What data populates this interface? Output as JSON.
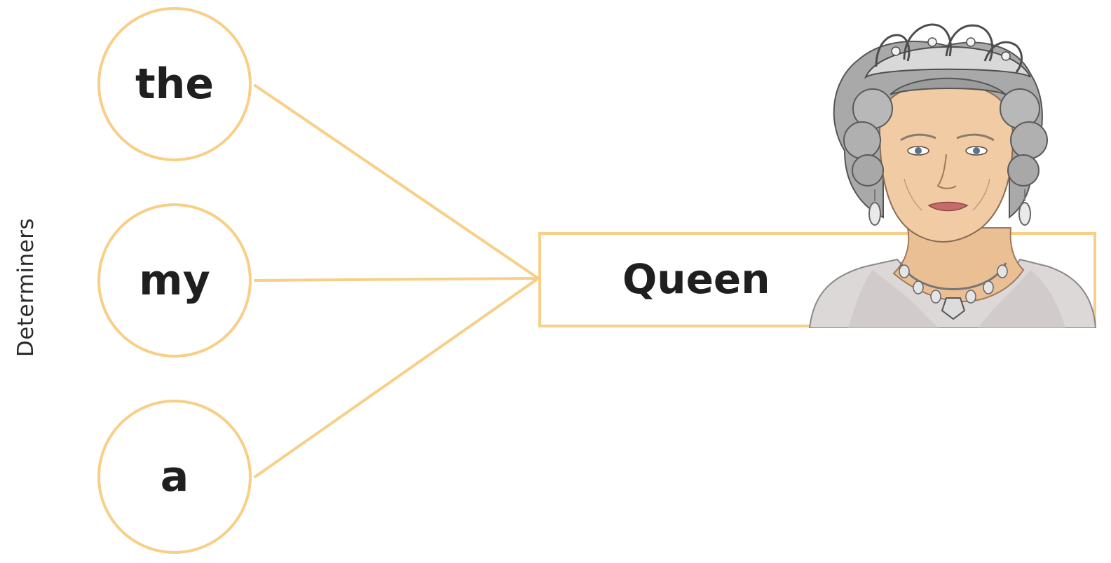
{
  "side_label": "Determiners",
  "determiners": [
    {
      "word": "the"
    },
    {
      "word": "my"
    },
    {
      "word": "a"
    }
  ],
  "noun": "Queen",
  "colors": {
    "outline": "#f8cf86",
    "text": "#1f1f1f"
  },
  "illustration": {
    "name": "queen-illustration"
  }
}
